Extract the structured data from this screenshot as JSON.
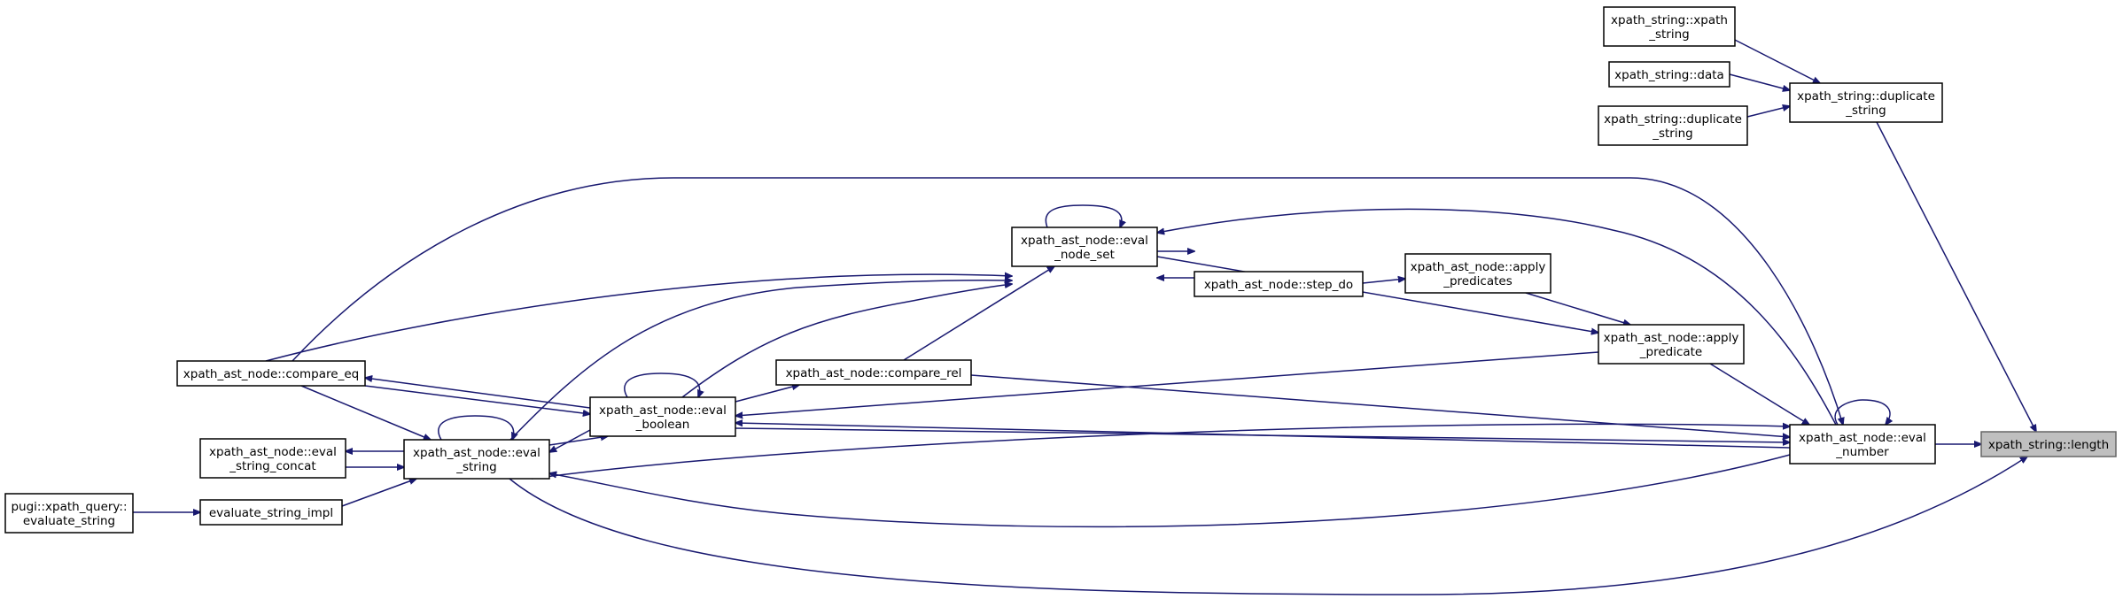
{
  "diagram": {
    "type": "call-graph",
    "edge_color": "#191970",
    "root_fill": "#bfbfbf",
    "nodes": [
      {
        "id": "length",
        "lines": [
          "xpath_string::length"
        ],
        "root": true
      },
      {
        "id": "eval_number",
        "lines": [
          "xpath_ast_node::eval",
          "_number"
        ]
      },
      {
        "id": "dup_string",
        "lines": [
          "xpath_string::duplicate",
          "_string"
        ]
      },
      {
        "id": "xs_xpath_string",
        "lines": [
          "xpath_string::xpath",
          "_string"
        ]
      },
      {
        "id": "xs_data",
        "lines": [
          "xpath_string::data"
        ]
      },
      {
        "id": "xs_dup_string2",
        "lines": [
          "xpath_string::duplicate",
          "_string"
        ]
      },
      {
        "id": "eval_node_set",
        "lines": [
          "xpath_ast_node::eval",
          "_node_set"
        ]
      },
      {
        "id": "step_do",
        "lines": [
          "xpath_ast_node::step_do"
        ]
      },
      {
        "id": "apply_predicates",
        "lines": [
          "xpath_ast_node::apply",
          "_predicates"
        ]
      },
      {
        "id": "apply_predicate",
        "lines": [
          "xpath_ast_node::apply",
          "_predicate"
        ]
      },
      {
        "id": "compare_rel",
        "lines": [
          "xpath_ast_node::compare_rel"
        ]
      },
      {
        "id": "compare_eq",
        "lines": [
          "xpath_ast_node::compare_eq"
        ]
      },
      {
        "id": "eval_boolean",
        "lines": [
          "xpath_ast_node::eval",
          "_boolean"
        ]
      },
      {
        "id": "eval_string",
        "lines": [
          "xpath_ast_node::eval",
          "_string"
        ]
      },
      {
        "id": "eval_string_concat",
        "lines": [
          "xpath_ast_node::eval",
          "_string_concat"
        ]
      },
      {
        "id": "evaluate_string_impl",
        "lines": [
          "evaluate_string_impl"
        ]
      },
      {
        "id": "query_evaluate_string",
        "lines": [
          "pugi::xpath_query::",
          "evaluate_string"
        ]
      }
    ],
    "edges": [
      {
        "from": "eval_number",
        "to": "length"
      },
      {
        "from": "dup_string",
        "to": "length"
      },
      {
        "from": "eval_string",
        "to": "length"
      },
      {
        "from": "xs_xpath_string",
        "to": "dup_string"
      },
      {
        "from": "xs_data",
        "to": "dup_string"
      },
      {
        "from": "xs_dup_string2",
        "to": "dup_string"
      },
      {
        "from": "eval_number",
        "to": "eval_number"
      },
      {
        "from": "apply_predicate",
        "to": "eval_number"
      },
      {
        "from": "compare_rel",
        "to": "eval_number"
      },
      {
        "from": "compare_eq",
        "to": "eval_number"
      },
      {
        "from": "eval_boolean",
        "to": "eval_number"
      },
      {
        "from": "eval_string",
        "to": "eval_number"
      },
      {
        "from": "eval_number",
        "to": "eval_node_set"
      },
      {
        "from": "eval_number",
        "to": "eval_boolean"
      },
      {
        "from": "eval_number",
        "to": "eval_string"
      },
      {
        "from": "apply_predicates",
        "to": "apply_predicate"
      },
      {
        "from": "eval_node_set",
        "to": "apply_predicate"
      },
      {
        "from": "apply_predicate",
        "to": "eval_boolean"
      },
      {
        "from": "step_do",
        "to": "apply_predicates"
      },
      {
        "from": "eval_node_set",
        "to": "step_do"
      },
      {
        "from": "step_do",
        "to": "eval_node_set"
      },
      {
        "from": "eval_node_set",
        "to": "eval_node_set"
      },
      {
        "from": "compare_eq",
        "to": "eval_node_set"
      },
      {
        "from": "eval_string",
        "to": "eval_node_set"
      },
      {
        "from": "eval_boolean",
        "to": "eval_node_set"
      },
      {
        "from": "compare_rel",
        "to": "eval_node_set"
      },
      {
        "from": "eval_boolean",
        "to": "compare_rel"
      },
      {
        "from": "eval_boolean",
        "to": "compare_eq"
      },
      {
        "from": "eval_boolean",
        "to": "eval_boolean"
      },
      {
        "from": "compare_eq",
        "to": "eval_boolean"
      },
      {
        "from": "eval_string",
        "to": "eval_boolean"
      },
      {
        "from": "eval_boolean",
        "to": "eval_string"
      },
      {
        "from": "eval_string",
        "to": "eval_string"
      },
      {
        "from": "compare_eq",
        "to": "eval_string"
      },
      {
        "from": "eval_string",
        "to": "eval_string_concat"
      },
      {
        "from": "eval_string_concat",
        "to": "eval_string"
      },
      {
        "from": "evaluate_string_impl",
        "to": "eval_string"
      },
      {
        "from": "query_evaluate_string",
        "to": "evaluate_string_impl"
      }
    ]
  }
}
